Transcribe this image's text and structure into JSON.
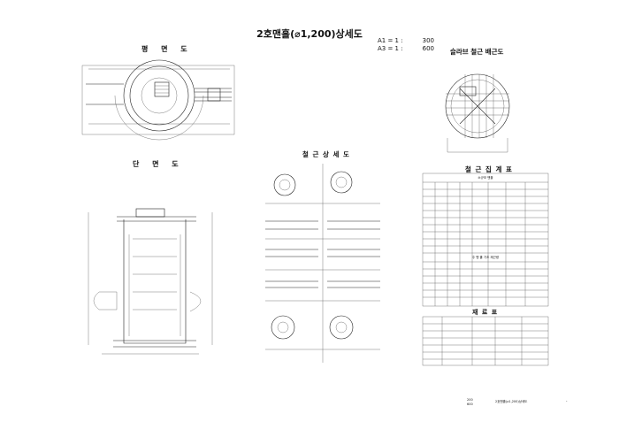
{
  "drawing": {
    "title": "2호맨홀(⌀1,200)상세도",
    "scales": [
      {
        "sheet": "A1 = 1 :",
        "value": "300"
      },
      {
        "sheet": "A3 = 1 :",
        "value": "600"
      }
    ],
    "sections": {
      "plan": "평 면 도",
      "slab_rebar": "슬라브 철근 배근도",
      "section": "단 면 도",
      "rebar_detail": "철 근 상 세 도",
      "rebar_schedule": "철 근 집 계 표",
      "materials": "재 료 표"
    },
    "subheads": {
      "schedule_a": "소규모 맨홀",
      "schedule_b": "주 맨 홀 기초 제근량"
    },
    "footer": {
      "left_a": "200",
      "left_b": "600",
      "right": "2호맨홀(⌀1,200)상세도",
      "dash": "-"
    }
  }
}
